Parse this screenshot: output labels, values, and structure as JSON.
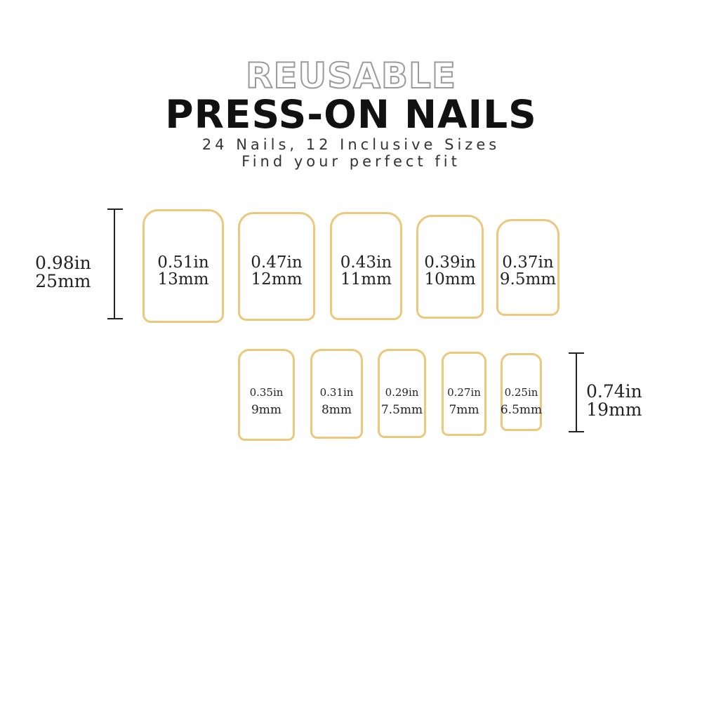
{
  "header": {
    "title_outline": "REUSABLE",
    "title_main": "PRESS-ON NAILS",
    "subtitle_line1": "24 Nails, 12 Inclusive Sizes",
    "subtitle_line2": "Find your perfect fit"
  },
  "row1": {
    "length_in": "0.98in",
    "length_mm": "25mm",
    "nails": [
      {
        "width_in": "0.51in",
        "width_mm": "13mm"
      },
      {
        "width_in": "0.47in",
        "width_mm": "12mm"
      },
      {
        "width_in": "0.43in",
        "width_mm": "11mm"
      },
      {
        "width_in": "0.39in",
        "width_mm": "10mm"
      },
      {
        "width_in": "0.37in",
        "width_mm": "9.5mm"
      }
    ]
  },
  "row2": {
    "length_in": "0.74in",
    "length_mm": "19mm",
    "nails": [
      {
        "width_in": "0.35in",
        "width_mm": "9mm"
      },
      {
        "width_in": "0.31in",
        "width_mm": "8mm"
      },
      {
        "width_in": "0.29in",
        "width_mm": "7.5mm"
      },
      {
        "width_in": "0.27in",
        "width_mm": "7mm"
      },
      {
        "width_in": "0.25in",
        "width_mm": "6.5mm"
      }
    ]
  },
  "colors": {
    "nail_outline": "#ecc87c",
    "text": "#222222"
  }
}
